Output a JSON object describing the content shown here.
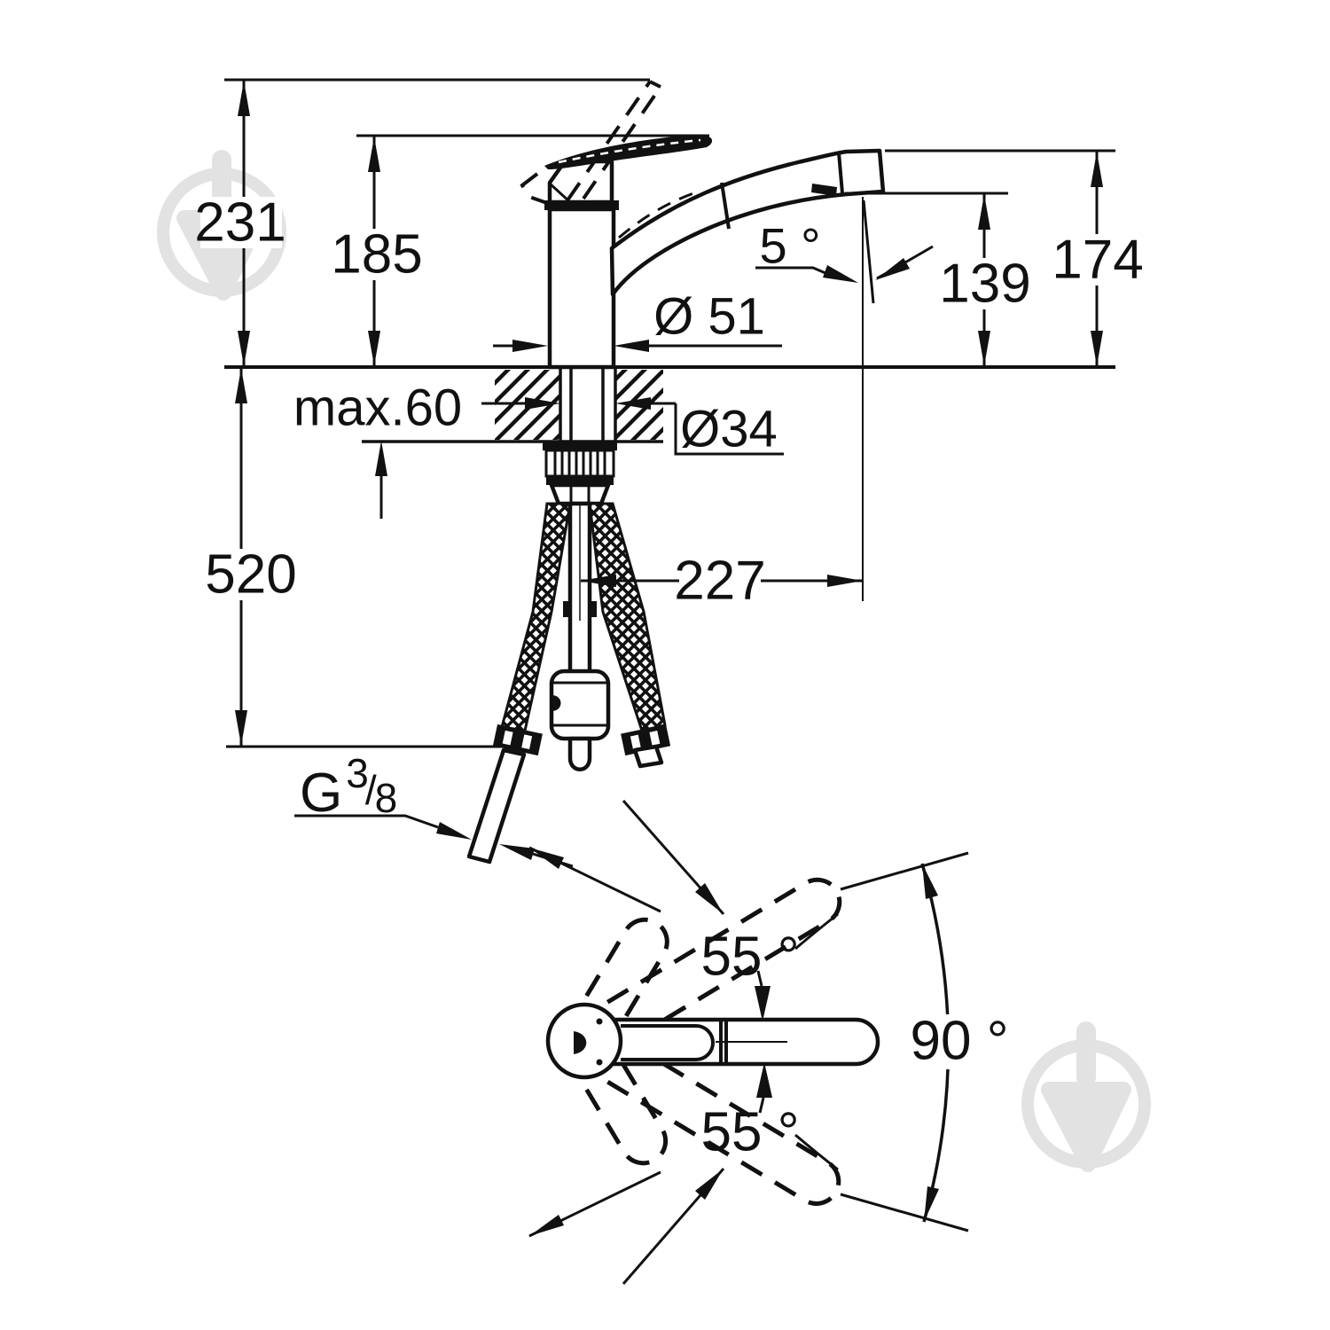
{
  "page": {
    "background": "#ffffff",
    "ink": "#111111",
    "watermark_color": "#e2e2e2"
  },
  "side_view": {
    "labels": {
      "overall_height": "231",
      "body_height": "185",
      "spout_top_height": "174",
      "outlet_height": "139",
      "spray_angle": "5 °",
      "body_diameter": "Ø 51",
      "deck_thickness": "max.60",
      "shank_diameter": "Ø34",
      "hose_drop": "520",
      "reach": "227"
    },
    "thread_label": {
      "prefix": "G",
      "numerator": "3",
      "slash": "/",
      "denominator": "8"
    }
  },
  "plan_view": {
    "labels": {
      "upper_swing": "55 °",
      "lower_swing": "55 °",
      "total_swing": "90 °"
    }
  }
}
